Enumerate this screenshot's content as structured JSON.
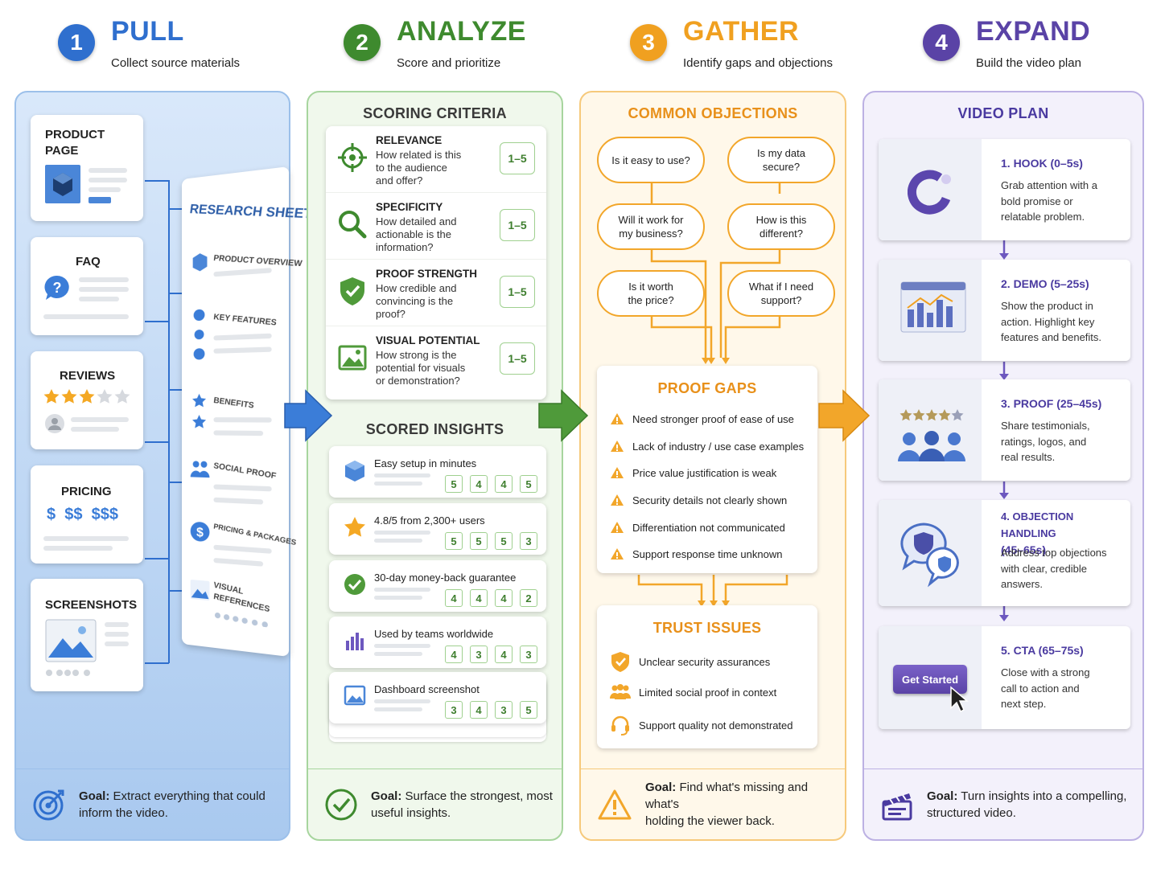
{
  "colors": {
    "pull": "#2f6fce",
    "analyze": "#3e8a2e",
    "gather": "#f0a020",
    "expand": "#5a43a6"
  },
  "headers": [
    {
      "num": "1",
      "title": "PULL",
      "subtitle": "Collect source materials"
    },
    {
      "num": "2",
      "title": "ANALYZE",
      "subtitle": "Score and prioritize"
    },
    {
      "num": "3",
      "title": "GATHER",
      "subtitle": "Identify gaps and objections"
    },
    {
      "num": "4",
      "title": "EXPAND",
      "subtitle": "Build the video plan"
    }
  ],
  "pull": {
    "sources": [
      {
        "line1": "PRODUCT",
        "line2": "PAGE"
      },
      {
        "line1": "FAQ"
      },
      {
        "line1": "REVIEWS"
      },
      {
        "line1": "PRICING",
        "price": "$  $$  $$$"
      },
      {
        "line1": "SCREENSHOTS"
      }
    ],
    "sheet": {
      "title": "RESEARCH SHEET",
      "items": [
        "PRODUCT OVERVIEW",
        "KEY FEATURES",
        "BENEFITS",
        "SOCIAL PROOF",
        "PRICING & PACKAGES",
        "VISUAL",
        "REFERENCES"
      ]
    },
    "goal": {
      "bold": "Goal:",
      "line1": "Extract everything that could",
      "line2": "inform the video."
    }
  },
  "analyze": {
    "criteria_title": "SCORING CRITERIA",
    "criteria": [
      {
        "title": "RELEVANCE",
        "desc": [
          "How related is this",
          "to the audience",
          "and offer?"
        ],
        "score": "1–5"
      },
      {
        "title": "SPECIFICITY",
        "desc": [
          "How detailed and",
          "actionable is the",
          "information?"
        ],
        "score": "1–5"
      },
      {
        "title": "PROOF STRENGTH",
        "desc": [
          "How credible and",
          "convincing is the",
          "proof?"
        ],
        "score": "1–5"
      },
      {
        "title": "VISUAL POTENTIAL",
        "desc": [
          "How strong is the",
          "potential for visuals",
          "or demonstration?"
        ],
        "score": "1–5"
      }
    ],
    "insights_title": "SCORED INSIGHTS",
    "insights": [
      {
        "text": "Easy setup in minutes",
        "scores": [
          "5",
          "4",
          "4",
          "5"
        ]
      },
      {
        "text": "4.8/5 from 2,300+ users",
        "scores": [
          "5",
          "5",
          "5",
          "3"
        ]
      },
      {
        "text": "30-day money-back guarantee",
        "scores": [
          "4",
          "4",
          "4",
          "2"
        ]
      },
      {
        "text": "Used by teams worldwide",
        "scores": [
          "4",
          "3",
          "4",
          "3"
        ]
      },
      {
        "text": "Dashboard screenshot",
        "scores": [
          "3",
          "4",
          "3",
          "5"
        ]
      }
    ],
    "goal": {
      "bold": "Goal:",
      "line1": "Surface the strongest, most",
      "line2": "useful insights."
    }
  },
  "gather": {
    "objections_title": "COMMON OBJECTIONS",
    "objections": [
      [
        "Is it easy to use?"
      ],
      [
        "Is my data",
        "secure?"
      ],
      [
        "Will it work for",
        "my business?"
      ],
      [
        "How is this",
        "different?"
      ],
      [
        "Is it worth",
        "the price?"
      ],
      [
        "What if I need",
        "support?"
      ]
    ],
    "proof_title": "PROOF GAPS",
    "proof_gaps": [
      "Need stronger proof of ease of use",
      "Lack of industry / use case examples",
      "Price value justification is weak",
      "Security details not clearly shown",
      "Differentiation not communicated",
      "Support response time unknown"
    ],
    "trust_title": "TRUST ISSUES",
    "trust": [
      "Unclear security assurances",
      "Limited social proof in context",
      "Support quality not demonstrated"
    ],
    "goal": {
      "bold": "Goal:",
      "line1": "Find what's missing and what's",
      "line2": "holding the viewer back."
    }
  },
  "expand": {
    "title": "VIDEO PLAN",
    "steps": [
      {
        "title": [
          "1. HOOK (0–5s)"
        ],
        "desc": [
          "Grab attention with a",
          "bold promise or",
          "relatable problem."
        ]
      },
      {
        "title": [
          "2. DEMO (5–25s)"
        ],
        "desc": [
          "Show the product in",
          "action. Highlight key",
          "features and benefits."
        ]
      },
      {
        "title": [
          "3. PROOF (25–45s)"
        ],
        "desc": [
          "Share testimonials,",
          "ratings, logos, and",
          "real results."
        ]
      },
      {
        "title": [
          "4. OBJECTION HANDLING",
          "(45–65s)"
        ],
        "desc": [
          "Address top objections",
          "with clear, credible",
          "answers."
        ]
      },
      {
        "title": [
          "5. CTA (65–75s)"
        ],
        "desc": [
          "Close with a strong",
          "call to action and",
          "next step."
        ]
      }
    ],
    "cta_button": "Get Started",
    "goal": {
      "bold": "Goal:",
      "line1": "Turn insights into a compelling,",
      "line2": "structured video."
    }
  }
}
